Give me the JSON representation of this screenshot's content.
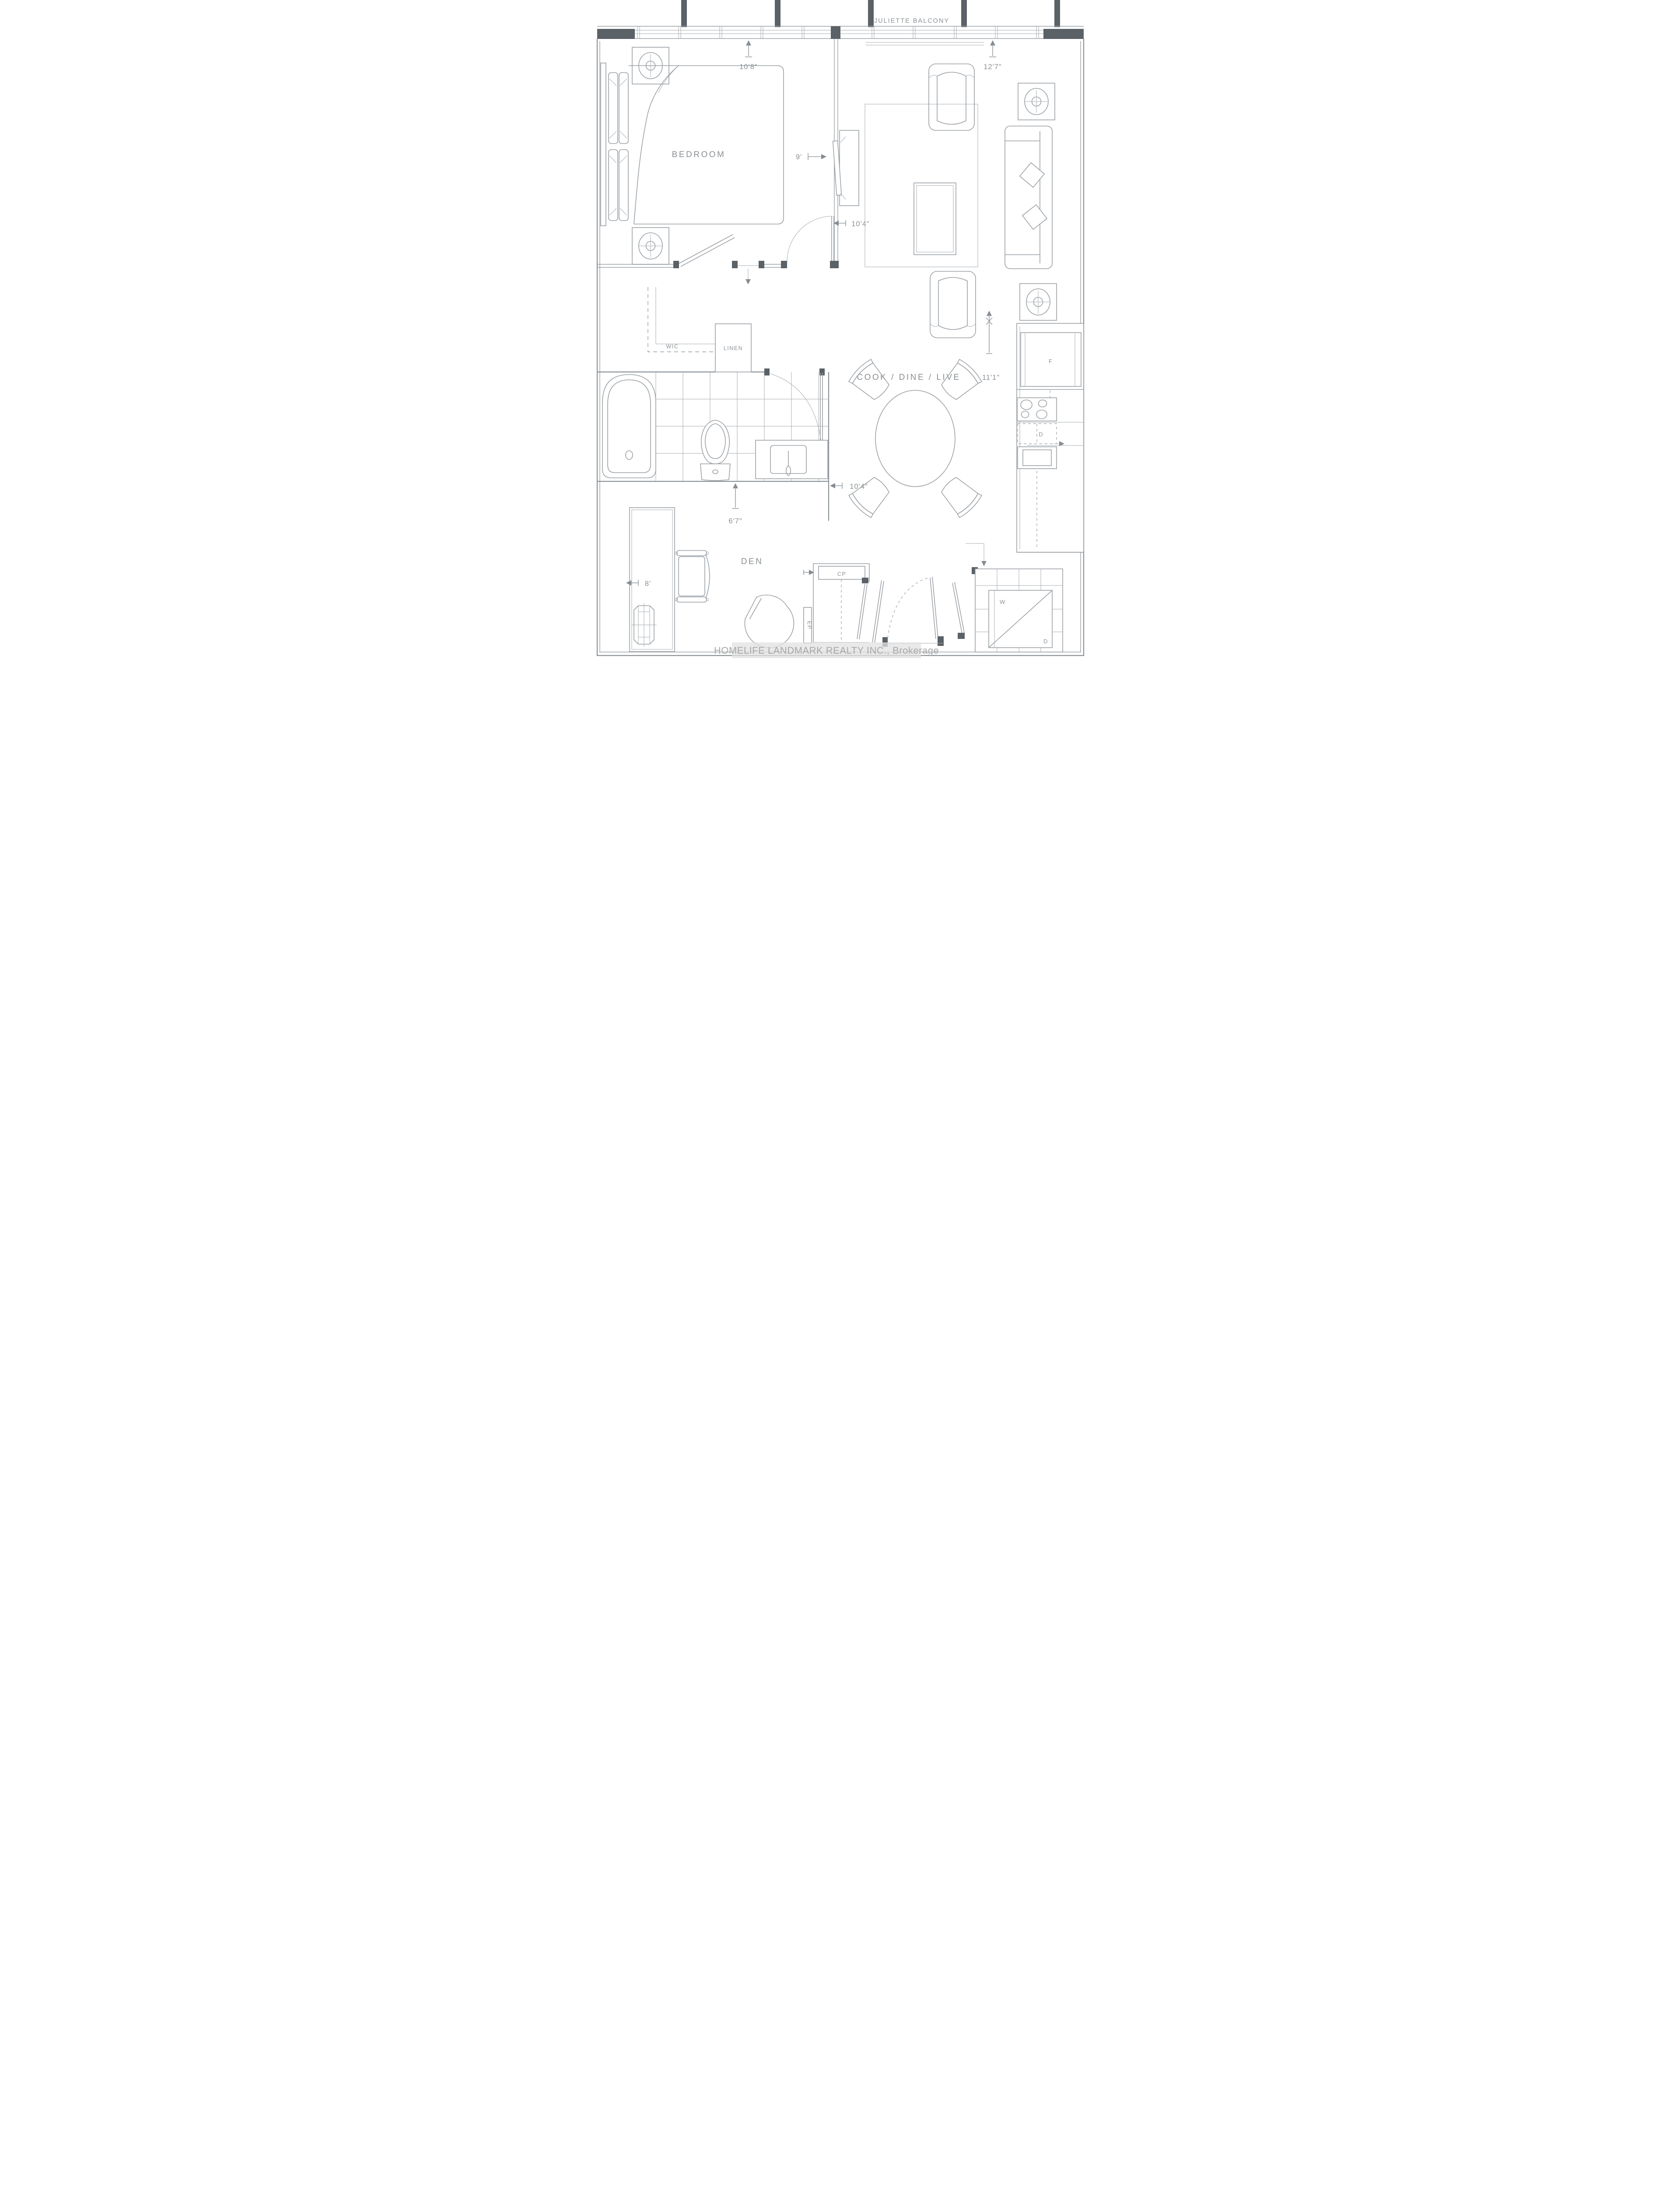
{
  "labels": {
    "juliette_balcony": "JULIETTE BALCONY",
    "bedroom": "BEDROOM",
    "cook_dine_live": "COOK / DINE / LIVE",
    "den": "DEN",
    "wic": "WIC",
    "linen": "LINEN",
    "closet_cp": "CP",
    "electrical_panel": "EP",
    "fridge": "F",
    "dishwasher": "D",
    "washer": "W",
    "dryer": "D"
  },
  "dimensions": {
    "bedroom_width": "10'8\"",
    "living_width_top": "12'7\"",
    "bedroom_depth": "9'",
    "living_width": "10'4\"",
    "living_depth": "11'1\"",
    "hall_width": "10'4\"",
    "den_width": "6'7\"",
    "den_depth": "8'"
  },
  "watermark": "HOMELIFE LANDMARK REALTY INC., Brokerage",
  "colors": {
    "line": "#9aa0a5",
    "wall": "#8b9196",
    "dark_fill": "#5a6167",
    "text": "#8a9094",
    "watermark": "#a8a8a8"
  }
}
